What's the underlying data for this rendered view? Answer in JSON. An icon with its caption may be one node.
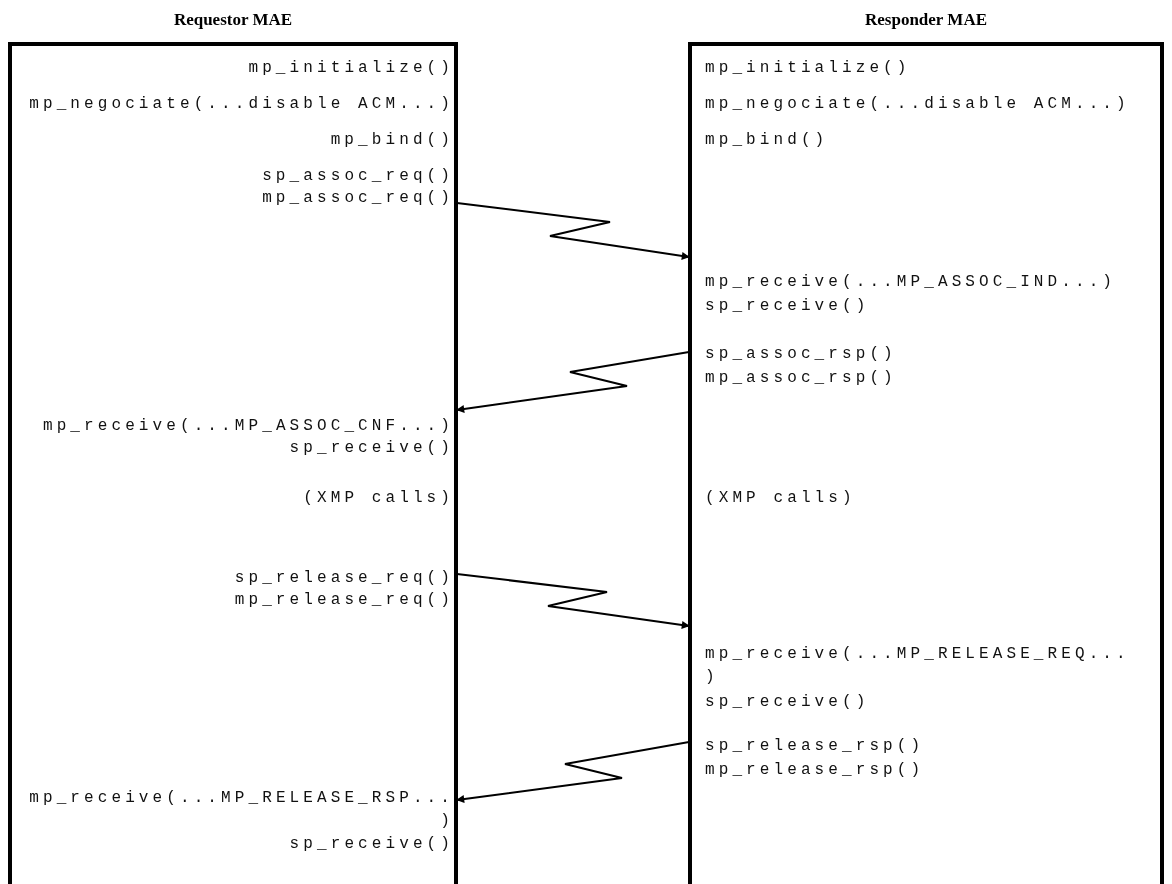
{
  "diagram": {
    "nodes": [
      {
        "text": [
          "Requestor MAE",
          "mp_initialize()",
          "mp_negociate(...disable ACM...)",
          "mp_bind()",
          "sp_assoc_req()",
          "mp_assoc_req()",
          "mp_receive(...MP_ASSOC_CNF...)",
          "sp_receive()",
          "(XMP calls)",
          "sp_release_req()",
          "mp_release_req()",
          "mp_receive(...MP_RELEASE_RSP... )",
          "sp_receive()"
        ]
      },
      {
        "text": [
          "Responder MAE",
          "mp_initialize()",
          "mp_negociate(...disable ACM...)",
          "mp_bind()",
          "mp_receive(...MP_ASSOC_IND...)",
          "sp_receive()",
          "sp_assoc_rsp()",
          "mp_assoc_rsp()",
          "(XMP calls)",
          "mp_receive(...MP_RELEASE_REQ... )",
          "sp_receive()",
          "sp_release_rsp()",
          "mp_release_rsp()"
        ]
      }
    ],
    "edges": [
      {
        "from": 0,
        "to": 1,
        "arrow": "to"
      },
      {
        "from": 1,
        "to": 0,
        "arrow": "to"
      },
      {
        "from": 0,
        "to": 1,
        "arrow": "to"
      },
      {
        "from": 1,
        "to": 0,
        "arrow": "to"
      }
    ]
  }
}
